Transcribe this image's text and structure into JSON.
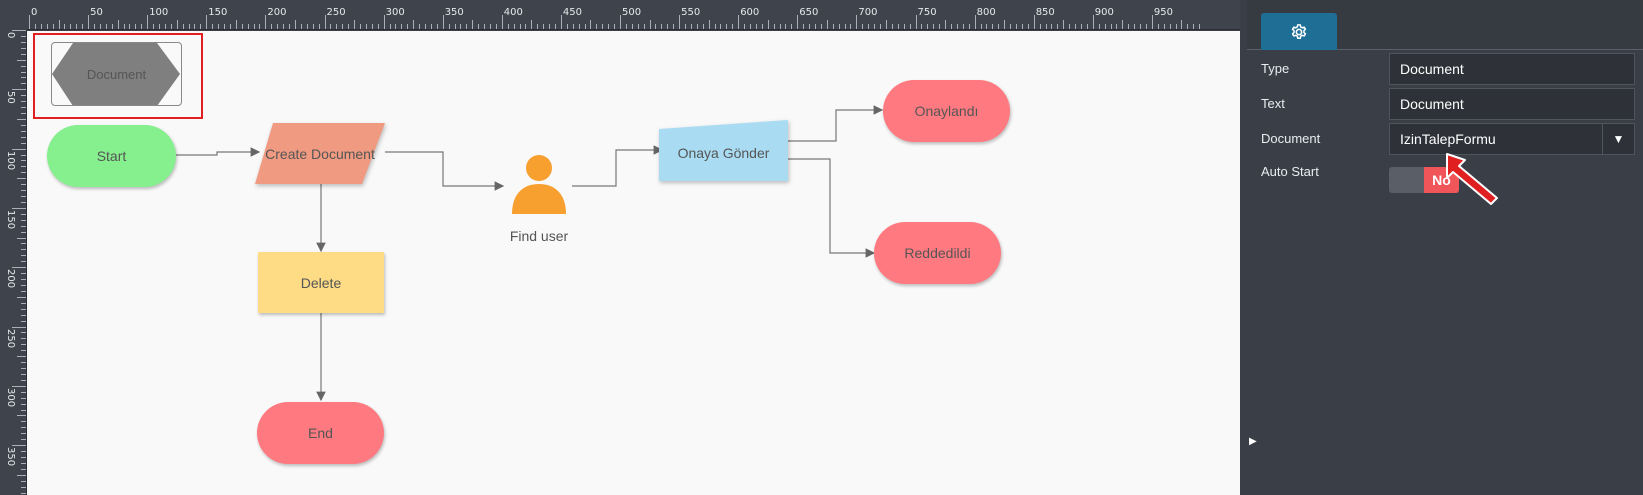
{
  "ruler": {
    "top_labels": [
      "0",
      "50",
      "100",
      "150",
      "200",
      "250",
      "300",
      "350",
      "400",
      "450",
      "500",
      "550",
      "600",
      "650",
      "700",
      "750",
      "800",
      "850",
      "900",
      "950"
    ],
    "left_labels": [
      "0",
      "50",
      "100",
      "150",
      "200",
      "250",
      "300",
      "350"
    ]
  },
  "palette": {
    "document_label": "Document"
  },
  "nodes": {
    "start": "Start",
    "create_document": "Create Document",
    "find_user": "Find user",
    "onaya_gonder": "Onaya Gönder",
    "onaylandi": "Onaylandı",
    "reddedildi": "Reddedildi",
    "delete": "Delete",
    "end": "End"
  },
  "colors": {
    "start": "#86ef8e",
    "create_document": "#f09a82",
    "delete": "#fddc85",
    "onaya_gonder": "#a9dcf2",
    "end_states": "#ff7a80",
    "user_icon": "#f7a030",
    "selection": "#e02020",
    "tab_active": "#1f6e96",
    "toggle_no": "#f0555a"
  },
  "panel": {
    "tab_icon": "gear-icon",
    "type_label": "Type",
    "type_value": "Document",
    "text_label": "Text",
    "text_value": "Document",
    "document_label": "Document",
    "document_value": "IzinTalepFormu",
    "auto_start_label": "Auto Start",
    "auto_start_value": "No"
  }
}
